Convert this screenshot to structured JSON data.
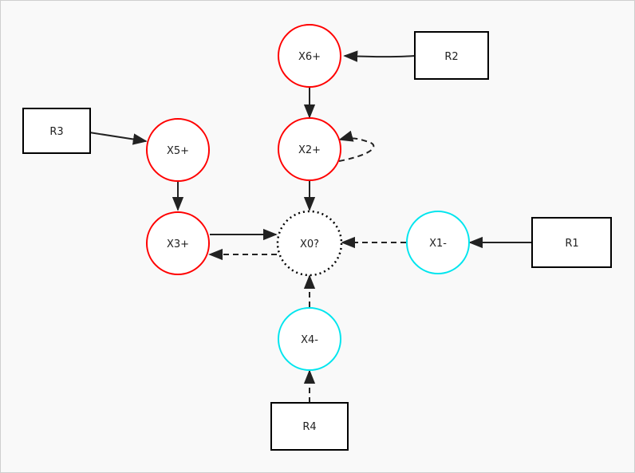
{
  "colors": {
    "positive": "#ff0000",
    "negative": "#00e5ee",
    "unknown": "#000000",
    "line": "#222222",
    "box_fill": "#ffffff",
    "background": "#f9f9f9"
  },
  "nodes": {
    "X0": {
      "label": "X0?",
      "kind": "unknown"
    },
    "X1": {
      "label": "X1-",
      "kind": "negative"
    },
    "X2": {
      "label": "X2+",
      "kind": "positive"
    },
    "X3": {
      "label": "X3+",
      "kind": "positive"
    },
    "X4": {
      "label": "X4-",
      "kind": "negative"
    },
    "X5": {
      "label": "X5+",
      "kind": "positive"
    },
    "X6": {
      "label": "X6+",
      "kind": "positive"
    },
    "R1": {
      "label": "R1",
      "kind": "box"
    },
    "R2": {
      "label": "R2",
      "kind": "box"
    },
    "R3": {
      "label": "R3",
      "kind": "box"
    },
    "R4": {
      "label": "R4",
      "kind": "box"
    }
  },
  "edges": [
    {
      "from": "R2",
      "to": "X6",
      "style": "solid"
    },
    {
      "from": "X6",
      "to": "X2",
      "style": "solid"
    },
    {
      "from": "X2",
      "to": "X2",
      "style": "dashed"
    },
    {
      "from": "X2",
      "to": "X0",
      "style": "solid"
    },
    {
      "from": "R3",
      "to": "X5",
      "style": "solid"
    },
    {
      "from": "X5",
      "to": "X3",
      "style": "solid"
    },
    {
      "from": "X3",
      "to": "X0",
      "style": "solid"
    },
    {
      "from": "X0",
      "to": "X3",
      "style": "dashed"
    },
    {
      "from": "R1",
      "to": "X1",
      "style": "solid"
    },
    {
      "from": "X1",
      "to": "X0",
      "style": "dashed"
    },
    {
      "from": "R4",
      "to": "X4",
      "style": "dashed"
    },
    {
      "from": "X4",
      "to": "X0",
      "style": "dashed"
    }
  ]
}
